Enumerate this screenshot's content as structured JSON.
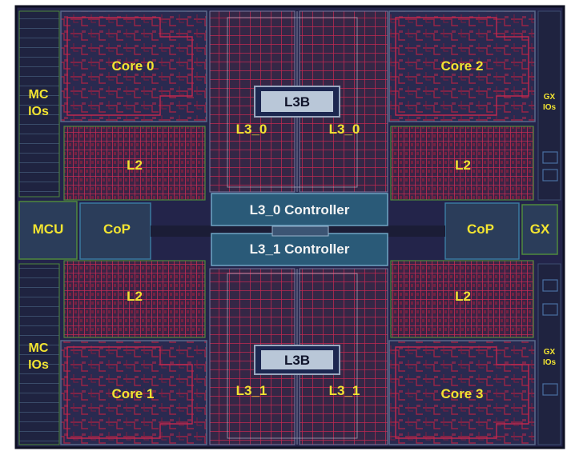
{
  "diagram": {
    "labels": {
      "core0": "Core 0",
      "core1": "Core 1",
      "core2": "Core 2",
      "core3": "Core 3",
      "l2_tl": "L2",
      "l2_tr": "L2",
      "l2_bl": "L2",
      "l2_br": "L2",
      "mc_ios_top_1": "MC",
      "mc_ios_top_2": "IOs",
      "mc_ios_bot_1": "MC",
      "mc_ios_bot_2": "IOs",
      "mcu": "MCU",
      "cop_left": "CoP",
      "cop_right": "CoP",
      "gx": "GX",
      "gx_ios_top_1": "GX",
      "gx_ios_top_2": "IOs",
      "gx_ios_bot_1": "GX",
      "gx_ios_bot_2": "IOs",
      "l3b_top": "L3B",
      "l3b_bot": "L3B",
      "l3_0_left": "L3_0",
      "l3_0_right": "L3_0",
      "l3_1_left": "L3_1",
      "l3_1_right": "L3_1",
      "l3_0_controller": "L3_0 Controller",
      "l3_1_controller": "L3_1 Controller"
    },
    "colors": {
      "die_background": "#23244a",
      "circuit_red": "#b8264a",
      "label_yellow": "#f2e431",
      "label_white": "#f4f4f4",
      "controller_blue": "#2a5a78",
      "l3b_silver": "#b9c7d8",
      "block_outline_green": "#4f8a3c"
    }
  }
}
